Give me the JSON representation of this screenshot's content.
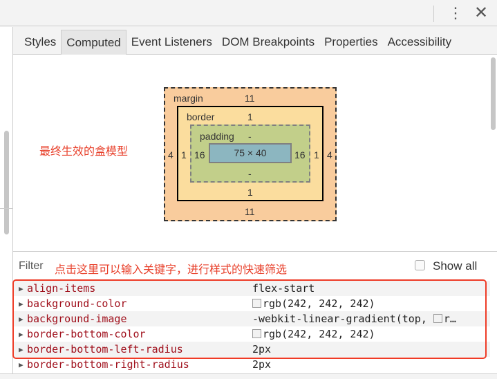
{
  "toolbar": {
    "more_icon": "⋮",
    "close_icon": "✕"
  },
  "tabs": [
    "Styles",
    "Computed",
    "Event Listeners",
    "DOM Breakpoints",
    "Properties",
    "Accessibility"
  ],
  "annotations": {
    "box_model_note": "最终生效的盒模型",
    "filter_note": "点击这里可以输入关键字，进行样式的快速筛选"
  },
  "box_model": {
    "margin": {
      "label": "margin",
      "top": "11",
      "bottom": "11",
      "left": "4",
      "right": "4"
    },
    "border": {
      "label": "border",
      "top": "1",
      "bottom": "1",
      "left": "1",
      "right": "1"
    },
    "padding": {
      "label": "padding",
      "top": "-",
      "bottom": "-",
      "left": "16",
      "right": "16"
    },
    "content": "75 × 40"
  },
  "filter": {
    "label": "Filter",
    "show_all": "Show all"
  },
  "properties": [
    {
      "name": "align-items",
      "value": "flex-start",
      "swatch": false
    },
    {
      "name": "background-color",
      "value": "rgb(242, 242, 242)",
      "swatch": true
    },
    {
      "name": "background-image",
      "value": "-webkit-linear-gradient(top, ",
      "swatch": false,
      "tail": "r…"
    },
    {
      "name": "border-bottom-color",
      "value": "rgb(242, 242, 242)",
      "swatch": true
    },
    {
      "name": "border-bottom-left-radius",
      "value": "2px",
      "swatch": false
    },
    {
      "name": "border-bottom-right-radius",
      "value": "2px",
      "swatch": false
    }
  ]
}
